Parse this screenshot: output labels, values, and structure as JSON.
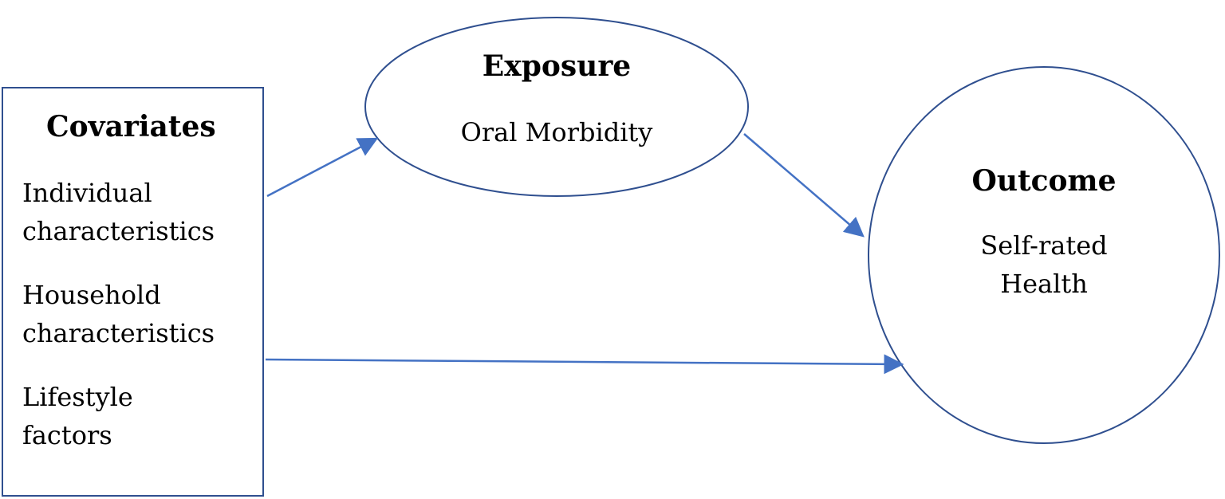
{
  "colors": {
    "shape_stroke": "#2f4f8f",
    "arrow": "#4472c4",
    "text": "#000000"
  },
  "covariates": {
    "title": "Covariates",
    "items": [
      {
        "line1": "Individual",
        "line2": "characteristics"
      },
      {
        "line1": "Household",
        "line2": "characteristics"
      },
      {
        "line1": "Lifestyle",
        "line2": "factors"
      }
    ]
  },
  "exposure": {
    "title": "Exposure",
    "subtitle": "Oral Morbidity"
  },
  "outcome": {
    "title": "Outcome",
    "line1": "Self-rated",
    "line2": "Health"
  }
}
